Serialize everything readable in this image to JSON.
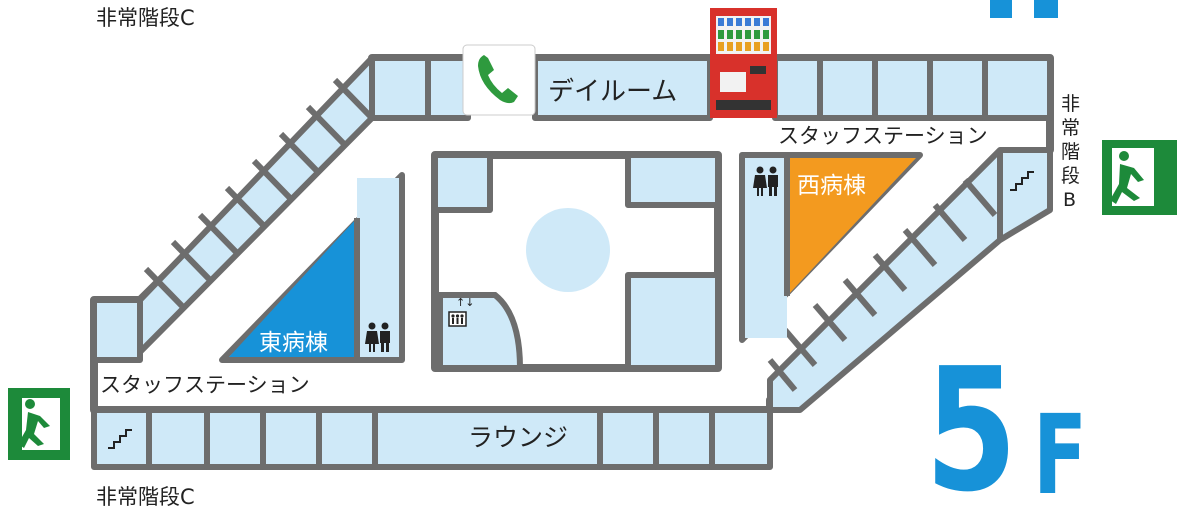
{
  "floor": {
    "number": "5",
    "suffix": "F"
  },
  "stairs": {
    "c_top": "非常階段C",
    "c_bottom": "非常階段C",
    "b_chars": [
      "非",
      "常",
      "階",
      "段",
      "B"
    ]
  },
  "rooms": {
    "day_room": "デイルーム",
    "lounge": "ラウンジ",
    "east_ward": "東病棟",
    "west_ward": "西病棟",
    "staff_station_top": "スタッフステーション",
    "staff_station_bottom": "スタッフステーション"
  },
  "icons": {
    "phone": "phone-icon",
    "vending": "vending-machine-icon",
    "restroom": "restroom-icon",
    "elevator": "elevator-icon",
    "emergency_exit": "emergency-exit-icon",
    "stairs": "stairs-icon"
  },
  "colors": {
    "wall": "#6d6d6d",
    "room_fill": "#cfe9f8",
    "east_ward": "#1792d8",
    "west_ward": "#f39a1f",
    "exit_green": "#1d8a3a",
    "phone_green": "#2e9a3e",
    "floor_badge": "#1792d8",
    "vending_red": "#d8312b"
  }
}
